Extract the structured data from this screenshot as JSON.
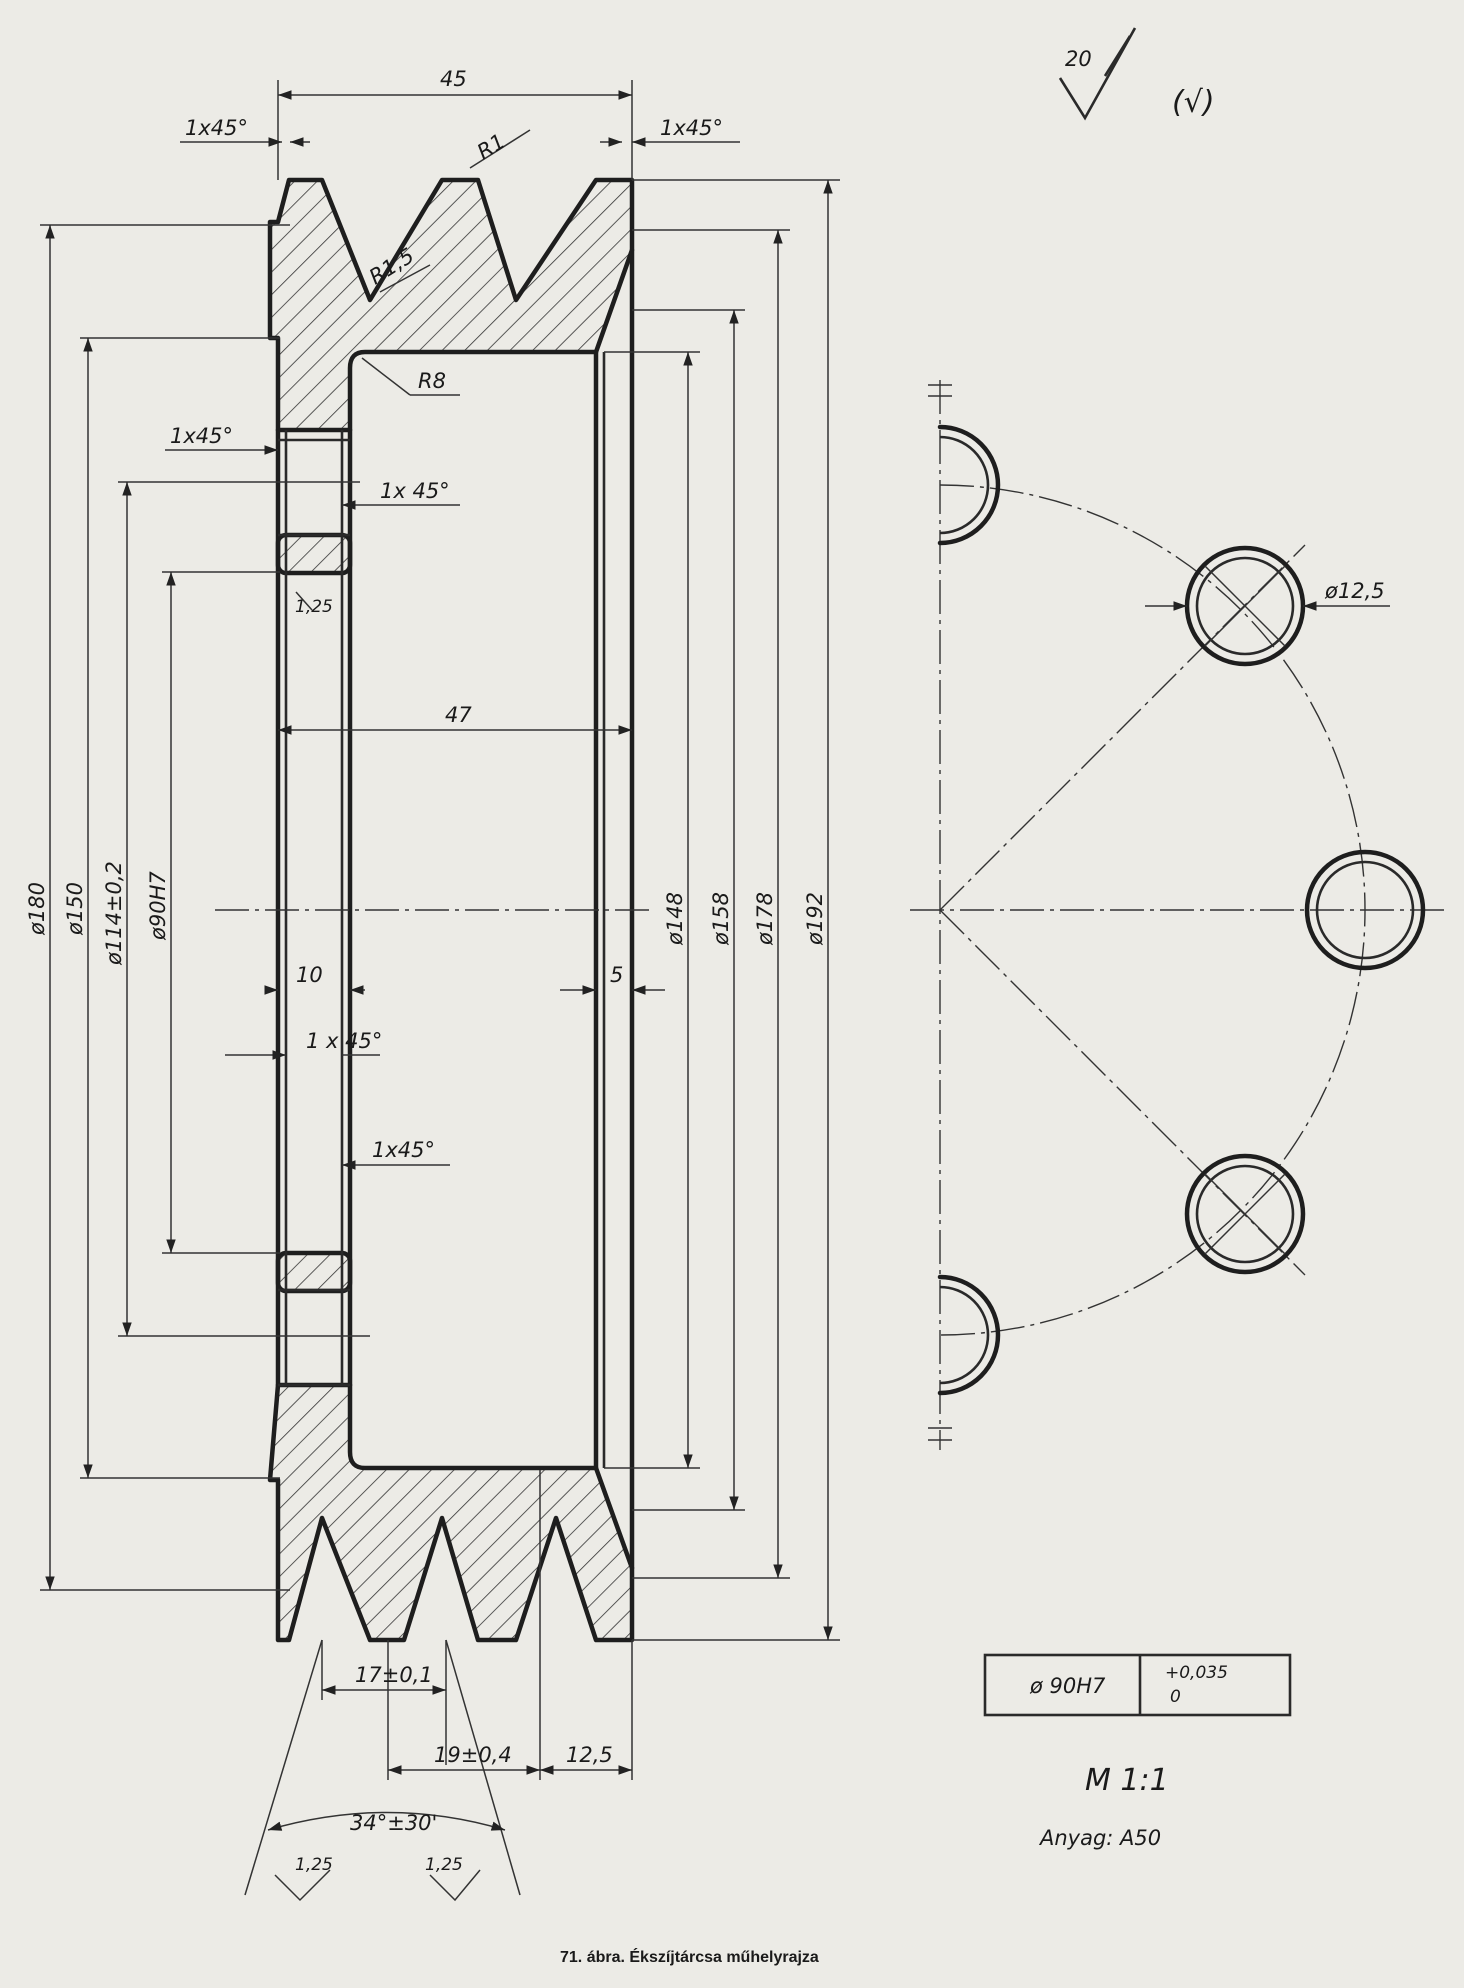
{
  "surface": {
    "roughness_symbol": "20",
    "roughness_other": "(√)"
  },
  "dimensions": {
    "width_45": "45",
    "chamfer_top_left": "1x45°",
    "chamfer_top_right": "1x45°",
    "radius_r1": "R1",
    "radius_r15": "R1,5",
    "radius_r8": "R8",
    "chamfer_hub_1": "1x45°",
    "chamfer_hub_2": "1x 45°",
    "roughness_125_top": "1,25",
    "width_47": "47",
    "dia_180": "ø180",
    "dia_150": "ø150",
    "dia_114": "ø114±0,2",
    "dia_90": "ø90H7",
    "dia_148": "ø148",
    "dia_158": "ø158",
    "dia_178": "ø178",
    "dia_192": "ø192",
    "dim_10": "10",
    "dim_5": "5",
    "chamfer_hub_3": "1 x 45°",
    "chamfer_hub_4": "1x45°",
    "groove_17": "17±0,1",
    "groove_19": "19±0,4",
    "groove_125": "12,5",
    "angle_34": "34°±30'",
    "roughness_125_left": "1,25",
    "roughness_125_right": "1,25",
    "hole_dia": "ø12,5"
  },
  "tolerance_table": {
    "designation": "ø 90H7",
    "upper": "+0,035",
    "lower": "0"
  },
  "scale": "M 1:1",
  "material": "Anyag: A50",
  "caption": "71. ábra. Ékszíjtárcsa műhelyrajza"
}
